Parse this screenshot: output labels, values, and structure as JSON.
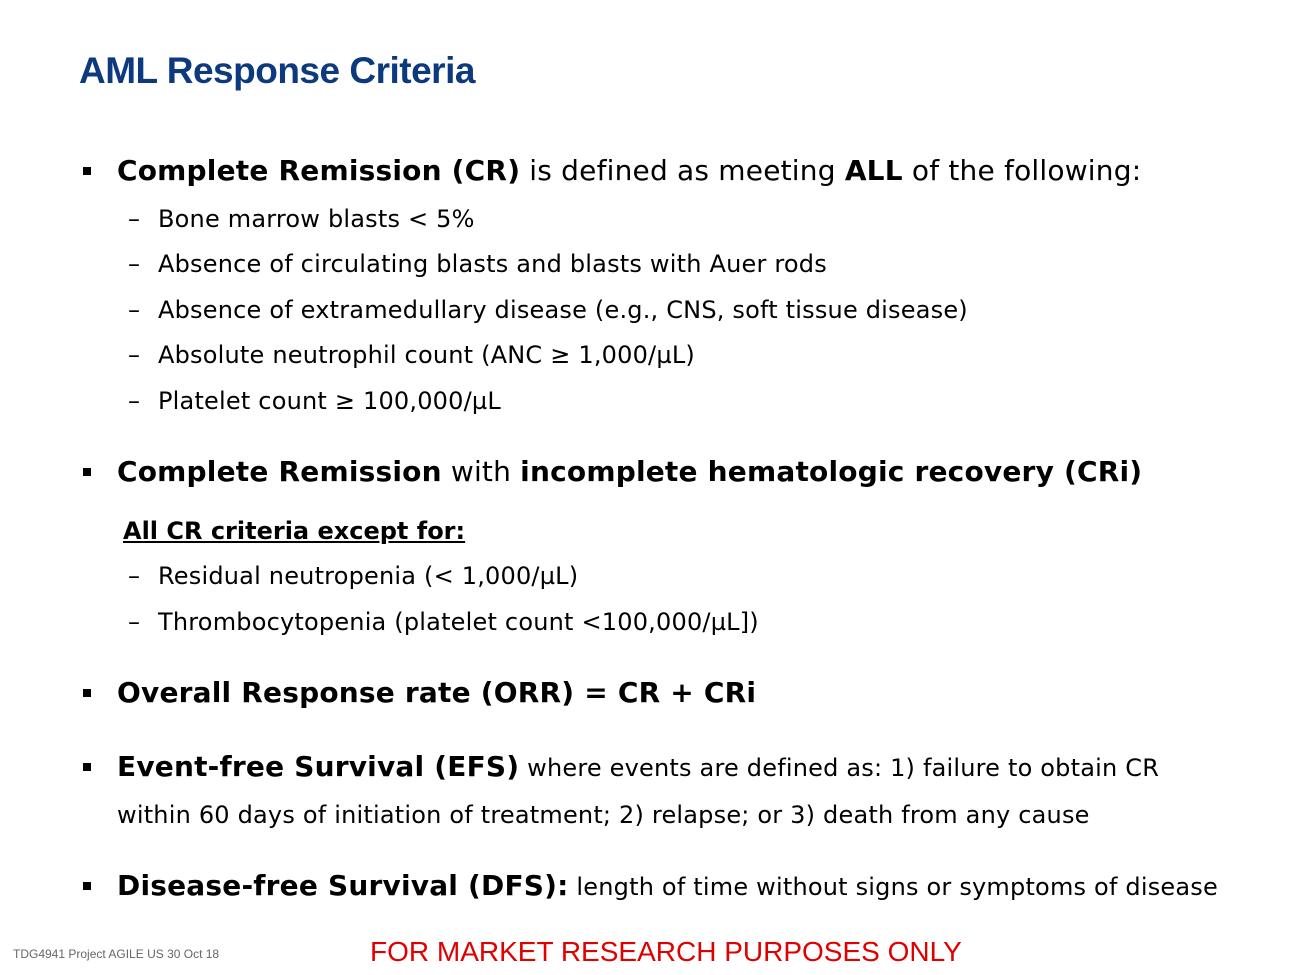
{
  "title": "AML Response Criteria",
  "cr": {
    "lead_bold": "Complete Remission (CR)",
    "lead_mid": " is defined as meeting ",
    "lead_all": "ALL",
    "lead_end": " of the following:",
    "items": [
      "Bone marrow blasts < 5%",
      "Absence of circulating blasts and blasts with Auer rods",
      "Absence of extramedullary disease (e.g., CNS, soft tissue disease)",
      "Absolute neutrophil count (ANC ≥ 1,000/µL)",
      "Platelet count ≥ 100,000/µL"
    ]
  },
  "cri": {
    "lead_bold1": "Complete Remission",
    "lead_mid": " with ",
    "lead_bold2": "incomplete hematologic recovery (CRi)",
    "subhead": "All CR criteria except for:",
    "items": [
      "Residual neutropenia (< 1,000/µL)",
      "Thrombocytopenia (platelet count <100,000/µL])"
    ]
  },
  "orr": {
    "text": "Overall Response rate (ORR) = CR + CRi"
  },
  "efs": {
    "lead_bold": "Event-free Survival (EFS)",
    "lead_rest": " where events are defined as:  1) failure to obtain CR",
    "cont": "within 60 days of initiation of treatment; 2) relapse; or 3) death from any cause"
  },
  "dfs": {
    "lead_bold": "Disease-free Survival (DFS):",
    "lead_rest": "  length of time without signs or symptoms of disease"
  },
  "footer": {
    "left": "TDG4941 Project AGILE US 30 Oct 18",
    "center": "FOR MARKET RESEARCH PURPOSES ONLY"
  },
  "colors": {
    "title": "#0d3a7e",
    "footer_center": "#e00000"
  }
}
